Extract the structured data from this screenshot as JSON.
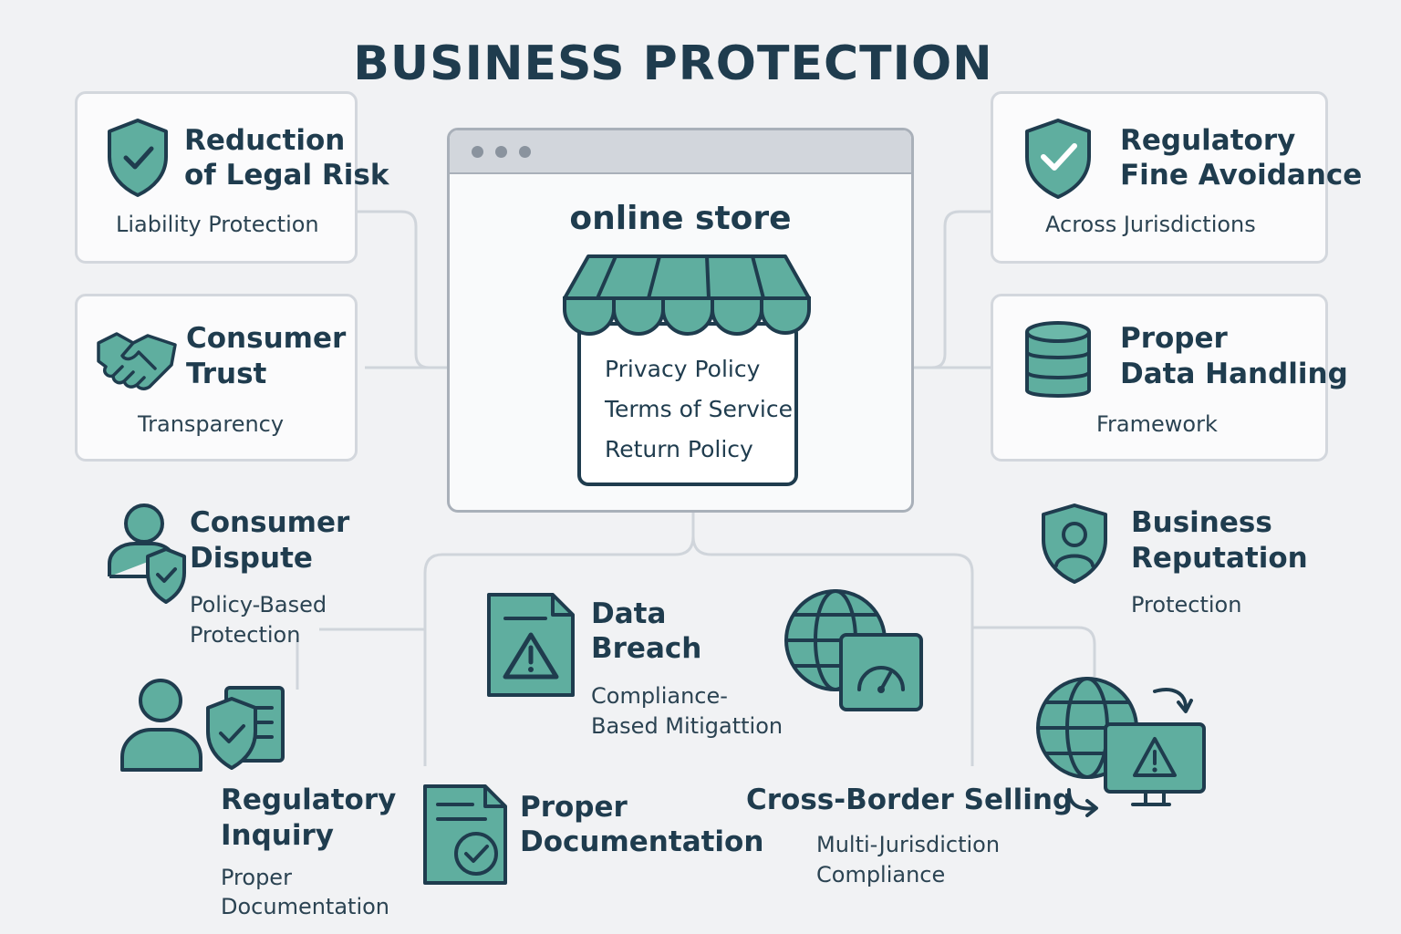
{
  "title": "BUSINESS PROTECTION",
  "center": {
    "label": "online store",
    "policies": [
      "Privacy Policy",
      "Terms of Service",
      "Return Policy"
    ]
  },
  "items": {
    "legal_risk": {
      "heading": [
        "Reduction",
        "of Legal Risk"
      ],
      "sub": [
        "Liability Protection"
      ],
      "icon": "shield-check-icon"
    },
    "consumer_trust": {
      "heading": [
        "Consumer",
        "Trust"
      ],
      "sub": [
        "Transparency"
      ],
      "icon": "handshake-icon"
    },
    "regulatory_fine": {
      "heading": [
        "Regulatory",
        "Fine Avoidance"
      ],
      "sub": [
        "Across Jurisdictions"
      ],
      "icon": "shield-check-icon"
    },
    "data_handling": {
      "heading": [
        "Proper",
        "Data Handling"
      ],
      "sub": [
        "Framework"
      ],
      "icon": "database-icon"
    },
    "consumer_dispute": {
      "heading": [
        "Consumer",
        "Dispute"
      ],
      "sub": [
        "Policy-Based",
        "Protection"
      ],
      "icon": "user-shield-icon"
    },
    "business_reputation": {
      "heading": [
        "Business",
        "Reputation"
      ],
      "sub": [
        "Protection"
      ],
      "icon": "shield-user-icon"
    },
    "data_breach": {
      "heading": [
        "Data",
        "Breach"
      ],
      "sub": [
        "Compliance-",
        "Based Mitigattion"
      ],
      "icon": "document-warning-icon"
    },
    "regulatory_inquiry": {
      "heading": [
        "Regulatory",
        "Inquiry"
      ],
      "sub": [
        "Proper",
        "Documentation"
      ],
      "icon": "user-shield-document-icon"
    },
    "proper_documentation": {
      "heading": [
        "Proper",
        "Documentation"
      ],
      "icon": "document-check-icon"
    },
    "cross_border": {
      "heading": [
        "Cross-Border Selling"
      ],
      "sub": [
        "Multi-Jurisdiction",
        "Compliance"
      ],
      "icon": "globe-monitor-warning-icon"
    }
  },
  "colors": {
    "teal": "#4f9e94",
    "navy": "#1f3c4e",
    "border": "#d3d7dd",
    "background": "#f1f2f4"
  }
}
